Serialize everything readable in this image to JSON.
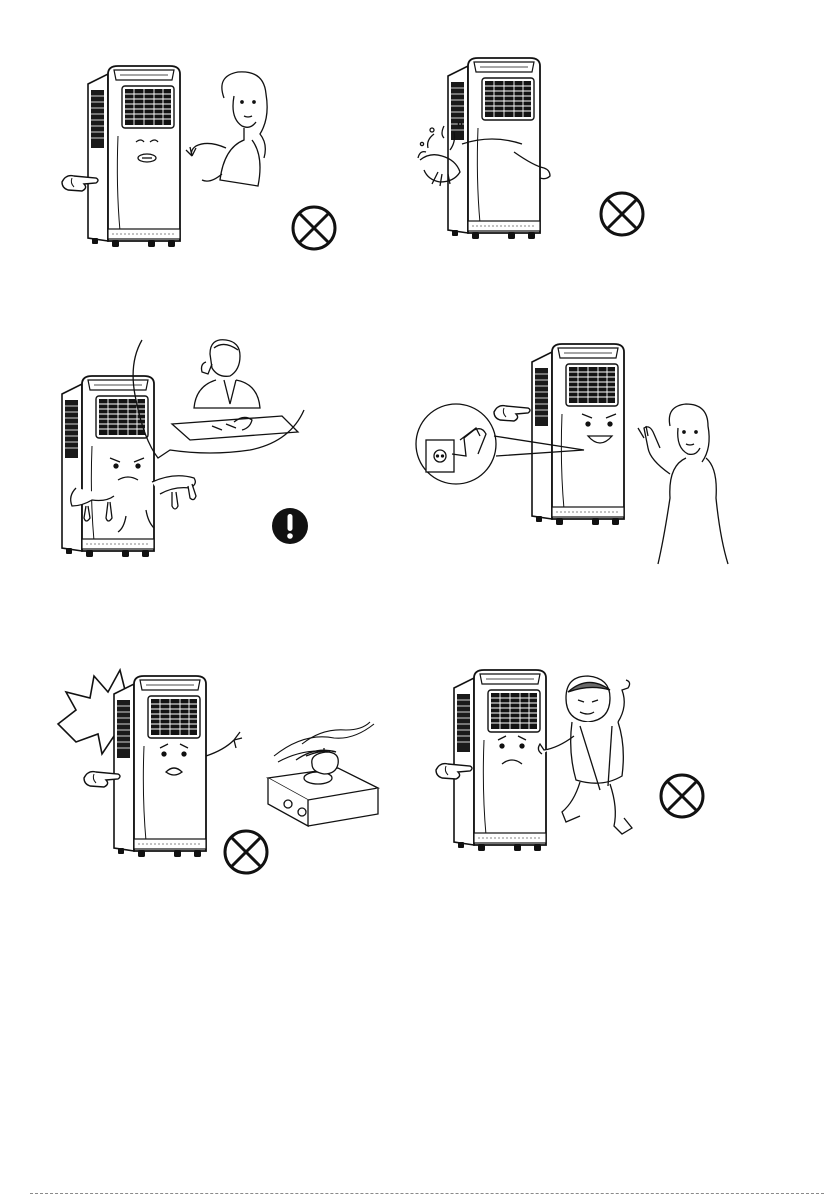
{
  "page": {
    "background": "#ffffff",
    "line_color": "#111111",
    "illustrations": [
      {
        "id": "no-touch-with-wet-hands",
        "symbol": "prohibited-icon"
      },
      {
        "id": "no-splashing-water",
        "symbol": "prohibited-icon"
      },
      {
        "id": "water-leak-call-service",
        "symbol": "warning-icon"
      },
      {
        "id": "pull-plug-not-cord",
        "symbol": "none"
      },
      {
        "id": "no-heat-sources-nearby",
        "symbol": "prohibited-icon"
      },
      {
        "id": "no-children-playing",
        "symbol": "prohibited-icon"
      }
    ]
  }
}
